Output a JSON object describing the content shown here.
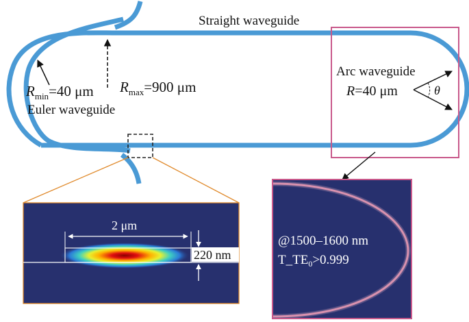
{
  "labels": {
    "straight": "Straight waveguide",
    "rmin_sym": "R",
    "rmin_sub": "min",
    "rmin_val": "=40 μm",
    "rmax_sym": "R",
    "rmax_sub": "max",
    "rmax_val": "=900 μm",
    "euler": "Euler waveguide",
    "arc": "Arc waveguide",
    "arc_r_sym": "R",
    "arc_r_val": "=40 μm",
    "theta": "θ",
    "width": "2 μm",
    "height": "220 nm",
    "wavelength": "@1500–1600 nm",
    "t_prefix": "T_TE",
    "t_sub": "0",
    "t_suffix": ">0.999"
  },
  "colors": {
    "waveguide": "#4a9ad5",
    "highlight_box": "#c8588a",
    "zoom_lines": "#e08a2c",
    "field_bg": "#27306e",
    "arc_bg": "#27306e"
  }
}
